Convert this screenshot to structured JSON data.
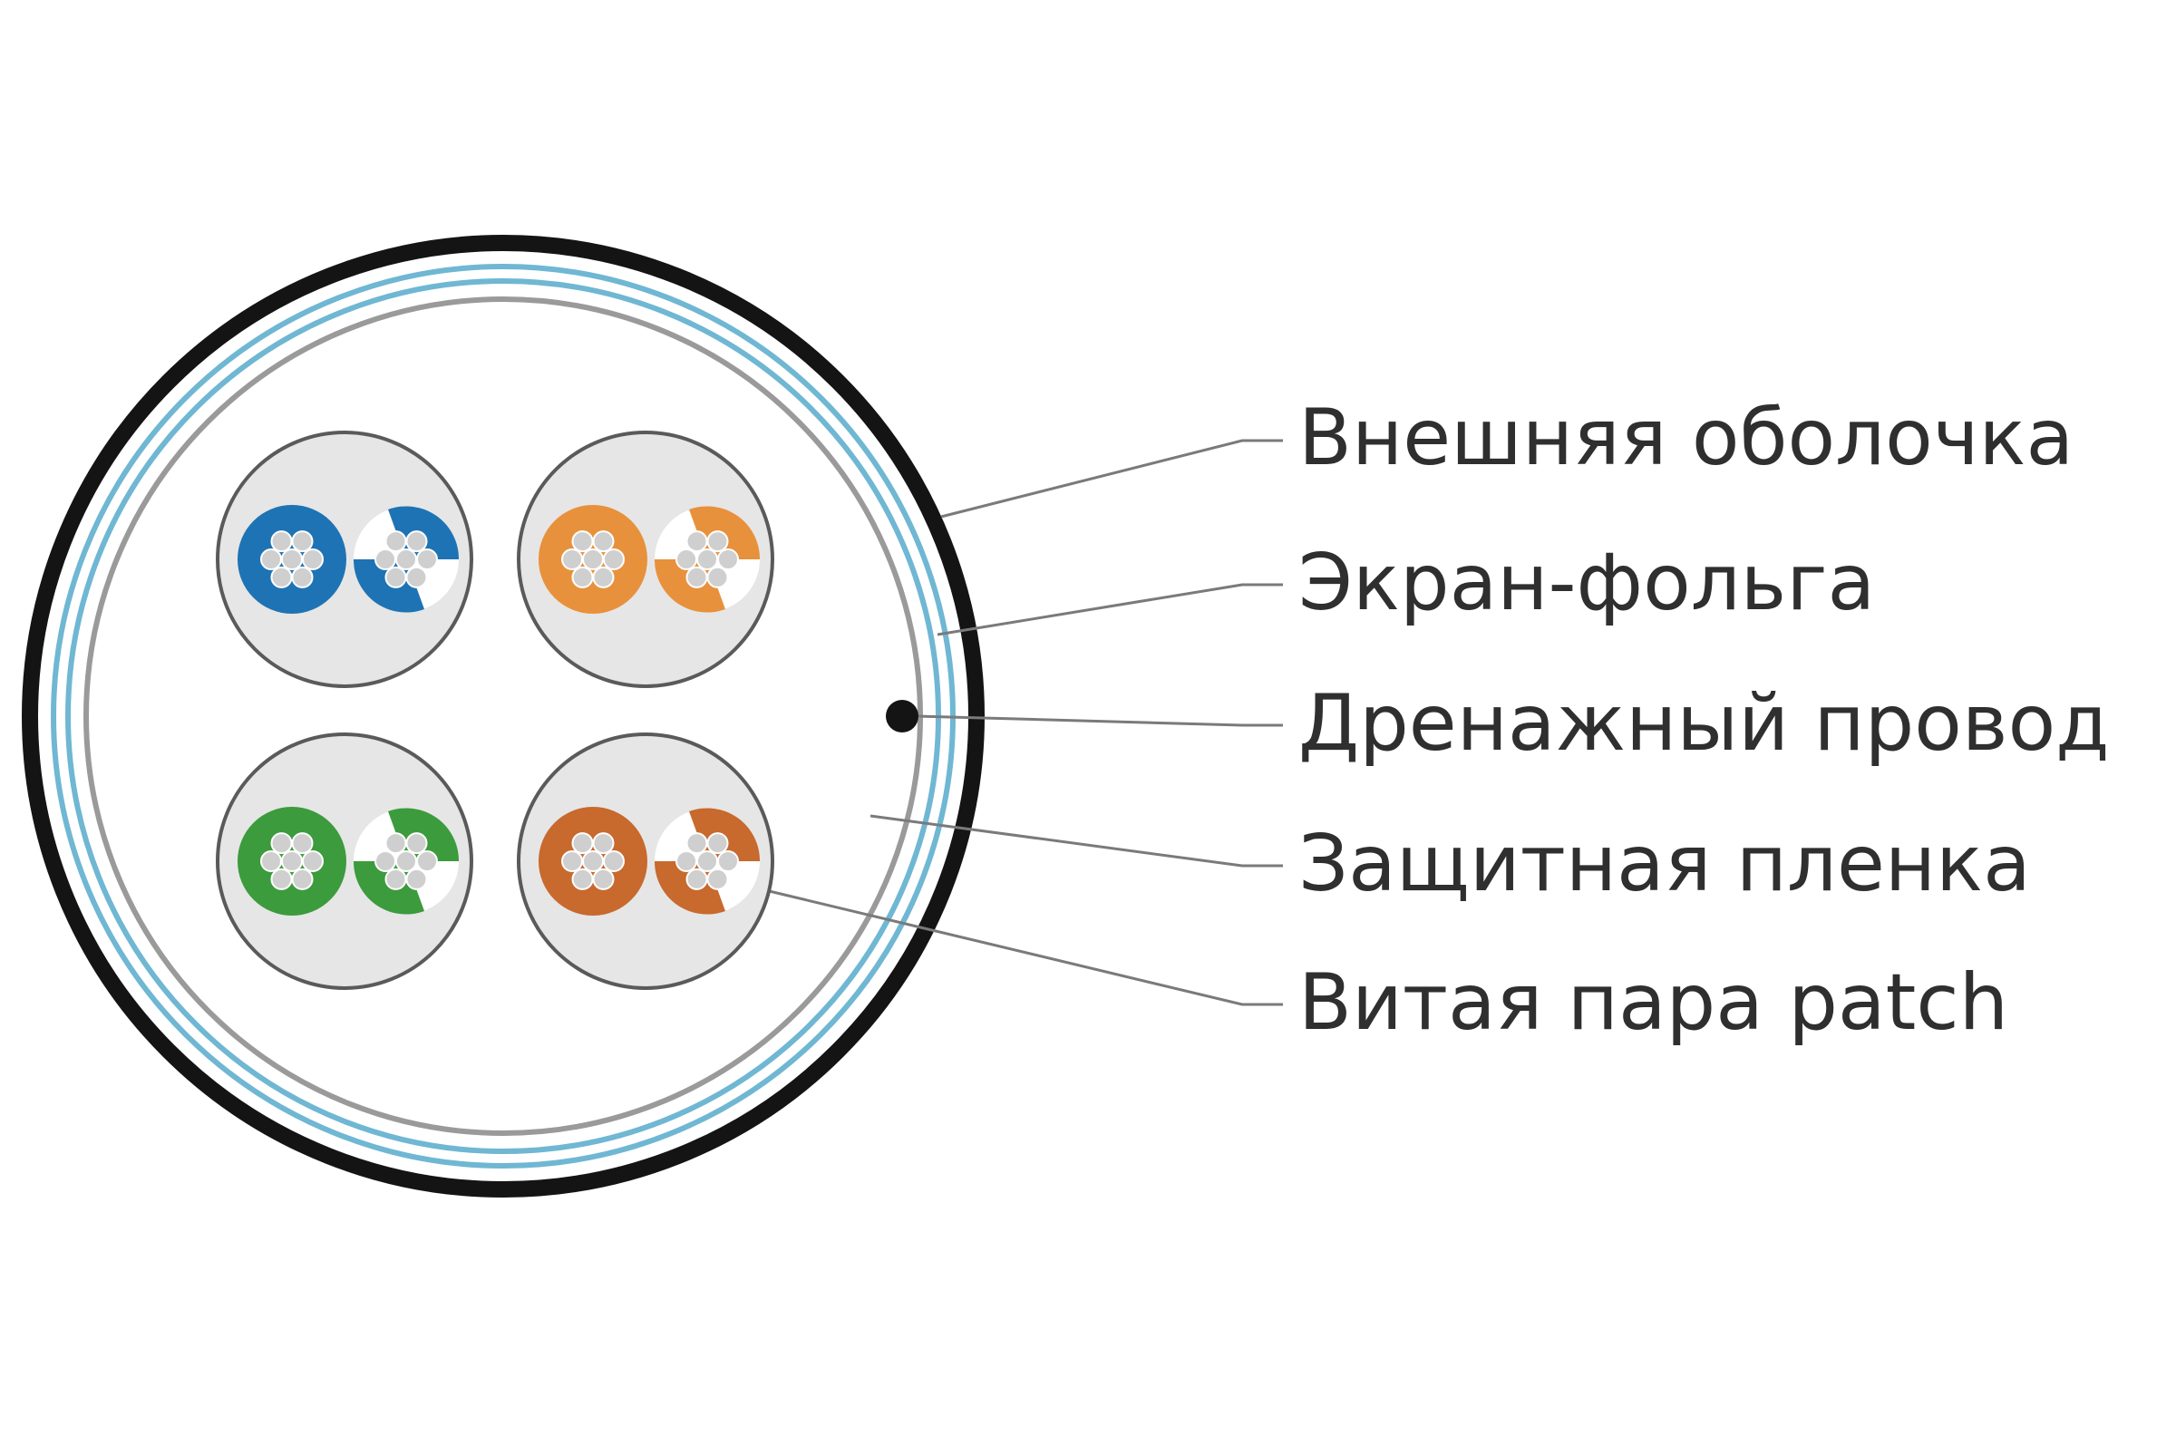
{
  "labels": {
    "outer_jacket": "Внешняя оболочка",
    "foil_shield": "Экран-фольга",
    "drain_wire": "Дренажный провод",
    "protective_film": "Защитная пленка",
    "twisted_pair": "Витая пара patch"
  },
  "colors": {
    "outer_jacket": "#141414",
    "foil_shield": "#6fb7d3",
    "protective_film": "#9a9a9a",
    "pair_backing": "#e6e6e6",
    "leader_line": "#7a7a7a",
    "pair_blue": "#1e73b4",
    "pair_orange": "#e8913c",
    "pair_green": "#3c9b3c",
    "pair_brown": "#c8692d"
  },
  "pairs": [
    {
      "name": "blue",
      "color_key": "pair_blue"
    },
    {
      "name": "orange",
      "color_key": "pair_orange"
    },
    {
      "name": "green",
      "color_key": "pair_green"
    },
    {
      "name": "brown",
      "color_key": "pair_brown"
    }
  ]
}
